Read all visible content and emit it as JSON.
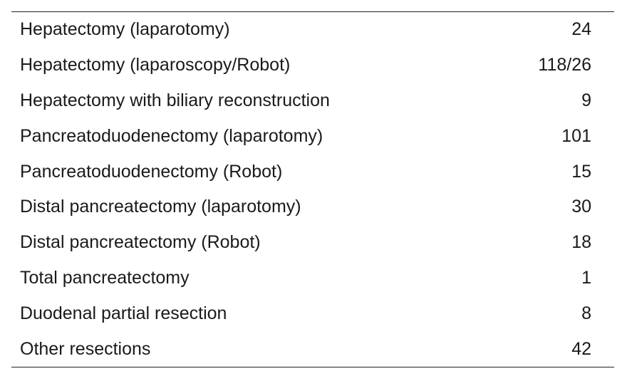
{
  "table": {
    "rows": [
      {
        "procedure": "Hepatectomy (laparotomy)",
        "count": "24"
      },
      {
        "procedure": "Hepatectomy (laparoscopy/Robot)",
        "count": "118/26"
      },
      {
        "procedure": "Hepatectomy with biliary reconstruction",
        "count": "9"
      },
      {
        "procedure": "Pancreatoduodenectomy (laparotomy)",
        "count": "101"
      },
      {
        "procedure": "Pancreatoduodenectomy (Robot)",
        "count": "15"
      },
      {
        "procedure": "Distal pancreatectomy (laparotomy)",
        "count": "30"
      },
      {
        "procedure": "Distal pancreatectomy (Robot)",
        "count": "18"
      },
      {
        "procedure": "Total pancreatectomy",
        "count": "1"
      },
      {
        "procedure": "Duodenal partial resection",
        "count": "8"
      },
      {
        "procedure": "Other resections",
        "count": "42"
      }
    ]
  }
}
